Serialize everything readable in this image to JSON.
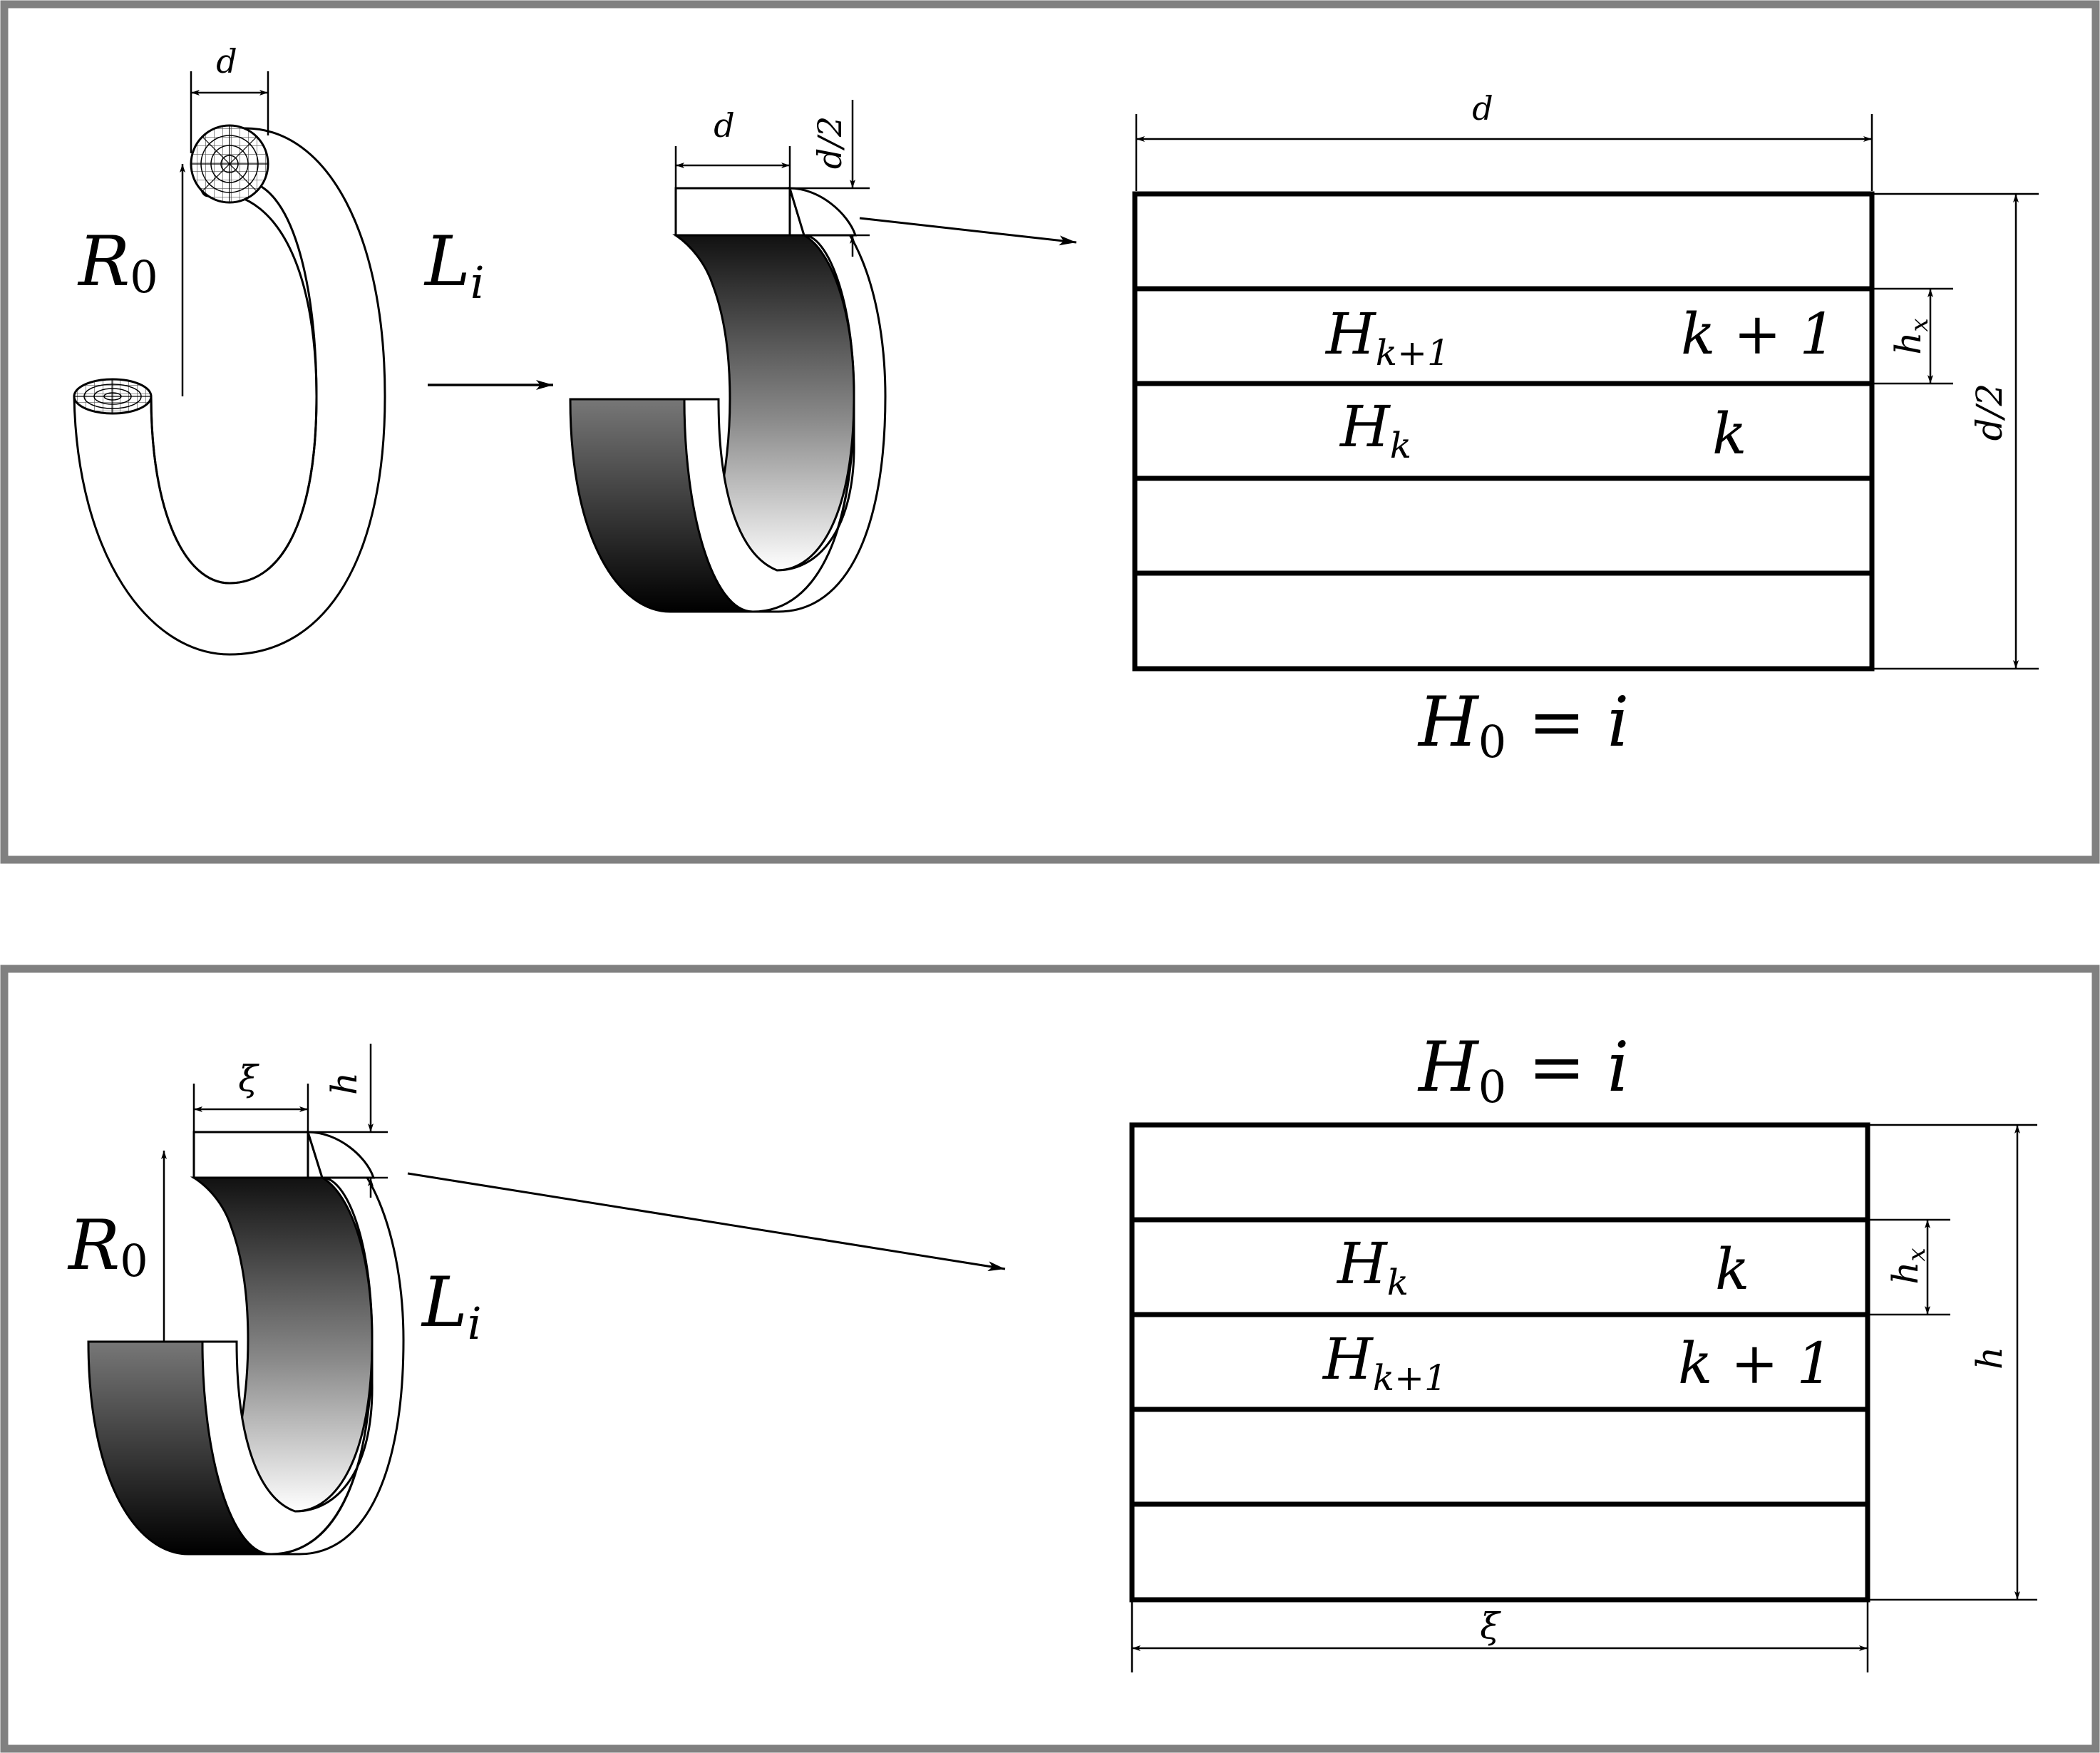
{
  "top_panel": {
    "torus": {
      "dim_label": "d",
      "radius_label": "R",
      "radius_sub": "0"
    },
    "ring_label": "L",
    "ring_sub": "i",
    "sector": {
      "width_label": "d",
      "height_label": "d/2"
    },
    "layers": {
      "top_label": "d",
      "right_outer_label": "d/2",
      "right_inner_label": "h",
      "right_inner_sub": "x",
      "row_a_name": "H",
      "row_a_sub": "k+1",
      "row_a_index": "k + 1",
      "row_b_name": "H",
      "row_b_sub": "k",
      "row_b_index": "k",
      "base_label": "H",
      "base_sub": "0",
      "base_rhs": " = i"
    }
  },
  "bottom_panel": {
    "sector": {
      "width_label": "ξ",
      "height_label": "h",
      "radius_label": "R",
      "radius_sub": "0",
      "ring_label": "L",
      "ring_sub": "i"
    },
    "layers": {
      "top_label": "H",
      "top_sub": "0",
      "top_rhs": " = i",
      "right_outer_label": "h",
      "right_inner_label": "h",
      "right_inner_sub": "x",
      "row_a_name": "H",
      "row_a_sub": "k",
      "row_a_index": "k",
      "row_b_name": "H",
      "row_b_sub": "k+1",
      "row_b_index": "k + 1",
      "bottom_label": "ξ"
    }
  },
  "colors": {
    "frame": "#808080",
    "ink": "#000000",
    "paper": "#ffffff"
  }
}
